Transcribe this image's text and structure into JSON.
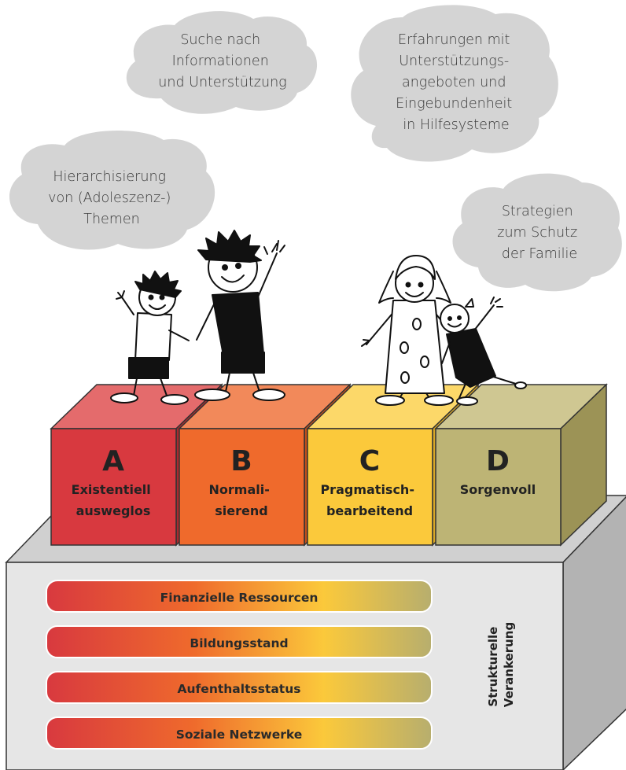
{
  "clouds": [
    {
      "lines": [
        "Suche nach",
        "Informationen",
        "und Unterstützung"
      ]
    },
    {
      "lines": [
        "Erfahrungen mit",
        "Unterstützungs-",
        "angeboten und",
        "Eingebundenheit",
        "in Hilfesysteme"
      ]
    },
    {
      "lines": [
        "Hierarchisierung",
        "von (Adoleszenz-)",
        "Themen"
      ]
    },
    {
      "lines": [
        "Strategien",
        "zum Schutz",
        "der Familie"
      ]
    }
  ],
  "cubes": [
    {
      "letter": "A",
      "lines": [
        "Existentiell",
        "ausweglos"
      ],
      "front": "#d8393f",
      "top": "#e46b6c",
      "side": "#a92a2f"
    },
    {
      "letter": "B",
      "lines": [
        "Normali-",
        "sierend"
      ],
      "front": "#ef6a2c",
      "top": "#f2895a",
      "side": "#c14f1b"
    },
    {
      "letter": "C",
      "lines": [
        "Pragmatisch-",
        "bearbeitend"
      ],
      "front": "#fbc93b",
      "top": "#fcd869",
      "side": "#d9a827"
    },
    {
      "letter": "D",
      "lines": [
        "Sorgenvoll"
      ],
      "front": "#bdb475",
      "top": "#cfc792",
      "side": "#9c9356"
    }
  ],
  "base": {
    "front": "#e6e6e6",
    "top": "#d0d0d0",
    "side": "#b3b3b3",
    "bars": [
      "Finanzielle Ressourcen",
      "Bildungsstand",
      "Aufenthaltsstatus",
      "Soziale Netzwerke"
    ],
    "side_label": [
      "Strukturelle",
      "Verankerung"
    ]
  }
}
